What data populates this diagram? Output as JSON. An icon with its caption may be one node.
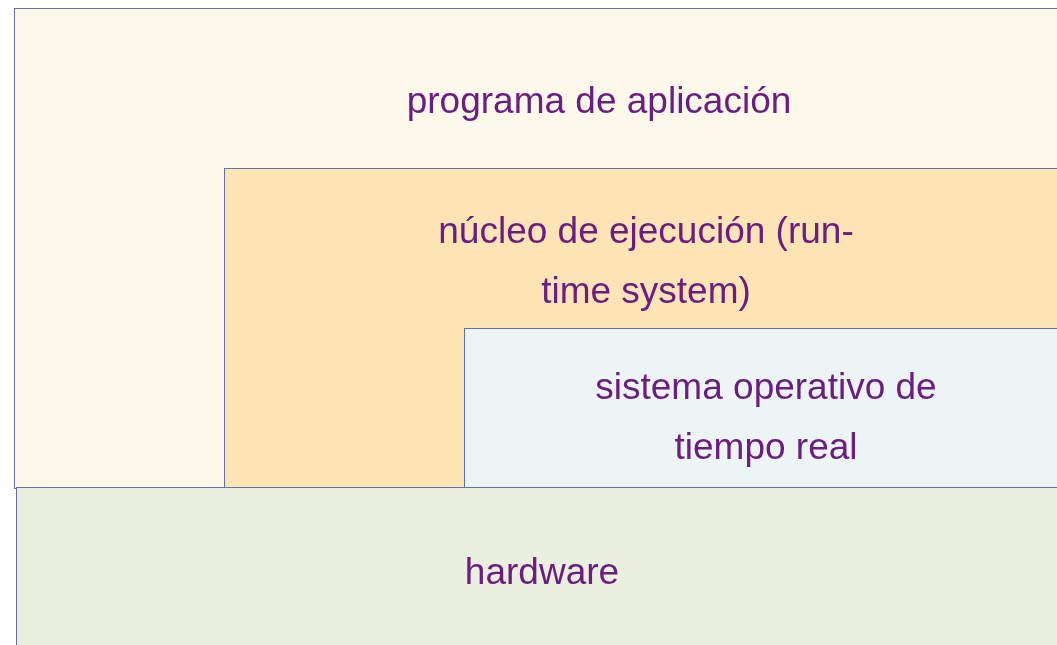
{
  "diagram": {
    "nodes": [
      {
        "text": [
          "programa de aplicación"
        ]
      },
      {
        "text": [
          "núcleo de ejecución (run-time system)"
        ],
        "in": 0
      },
      {
        "text": [
          "sistema operativo de tiempo real"
        ],
        "in": 1
      },
      {
        "text": [
          "hardware"
        ]
      }
    ],
    "edges": []
  }
}
